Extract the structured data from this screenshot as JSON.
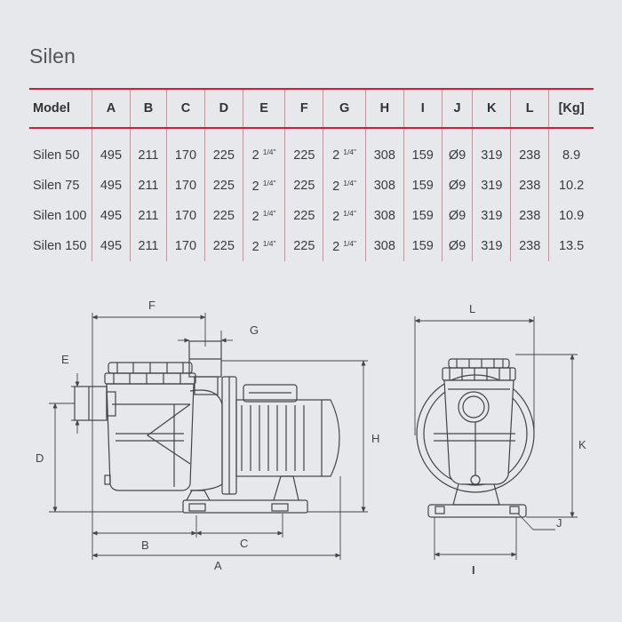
{
  "title": "Silen",
  "table": {
    "headers": [
      "Model",
      "A",
      "B",
      "C",
      "D",
      "E",
      "F",
      "G",
      "H",
      "I",
      "J",
      "K",
      "L",
      "[Kg]"
    ],
    "rows": [
      {
        "model": "Silen 50",
        "A": "495",
        "B": "211",
        "C": "170",
        "D": "225",
        "E_whole": "2",
        "E_frac": "1/4\"",
        "F": "225",
        "G_whole": "2",
        "G_frac": "1/4\"",
        "H": "308",
        "I": "159",
        "J": "Ø9",
        "K": "319",
        "L": "238",
        "kg": "8.9"
      },
      {
        "model": "Silen 75",
        "A": "495",
        "B": "211",
        "C": "170",
        "D": "225",
        "E_whole": "2",
        "E_frac": "1/4\"",
        "F": "225",
        "G_whole": "2",
        "G_frac": "1/4\"",
        "H": "308",
        "I": "159",
        "J": "Ø9",
        "K": "319",
        "L": "238",
        "kg": "10.2"
      },
      {
        "model": "Silen 100",
        "A": "495",
        "B": "211",
        "C": "170",
        "D": "225",
        "E_whole": "2",
        "E_frac": "1/4\"",
        "F": "225",
        "G_whole": "2",
        "G_frac": "1/4\"",
        "H": "308",
        "I": "159",
        "J": "Ø9",
        "K": "319",
        "L": "238",
        "kg": "10.9"
      },
      {
        "model": "Silen 150",
        "A": "495",
        "B": "211",
        "C": "170",
        "D": "225",
        "E_whole": "2",
        "E_frac": "1/4\"",
        "F": "225",
        "G_whole": "2",
        "G_frac": "1/4\"",
        "H": "308",
        "I": "159",
        "J": "Ø9",
        "K": "319",
        "L": "238",
        "kg": "13.5"
      }
    ]
  },
  "diagram": {
    "labels": {
      "A": "A",
      "B": "B",
      "C": "C",
      "D": "D",
      "E": "E",
      "F": "F",
      "G": "G",
      "H": "H",
      "I": "I",
      "J": "J",
      "K": "K",
      "L": "L"
    }
  },
  "colors": {
    "accent": "#cc1f3a",
    "line": "#444444",
    "background": "#e6e8ec"
  }
}
